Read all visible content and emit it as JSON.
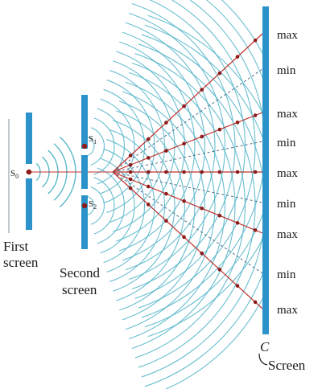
{
  "labels": {
    "source": "S",
    "source_sub": "0",
    "slit_top": "S",
    "slit_top_sub": "1",
    "slit_bottom": "S",
    "slit_bottom_sub": "2",
    "first_screen_line1": "First",
    "first_screen_line2": "screen",
    "second_screen_line1": "Second",
    "second_screen_line2": "screen",
    "screen_marker": "C",
    "screen_name": "Screen"
  },
  "fringes": [
    "max",
    "min",
    "max",
    "min",
    "max",
    "min",
    "max",
    "min",
    "max"
  ],
  "colors": {
    "barrier": "#2b93c9",
    "wavefront": "#4fb3c8",
    "ray_max": "#c0302c",
    "ray_min": "#4a6f8a",
    "dot": "#8b1a1a",
    "text": "#1a1a1a"
  }
}
